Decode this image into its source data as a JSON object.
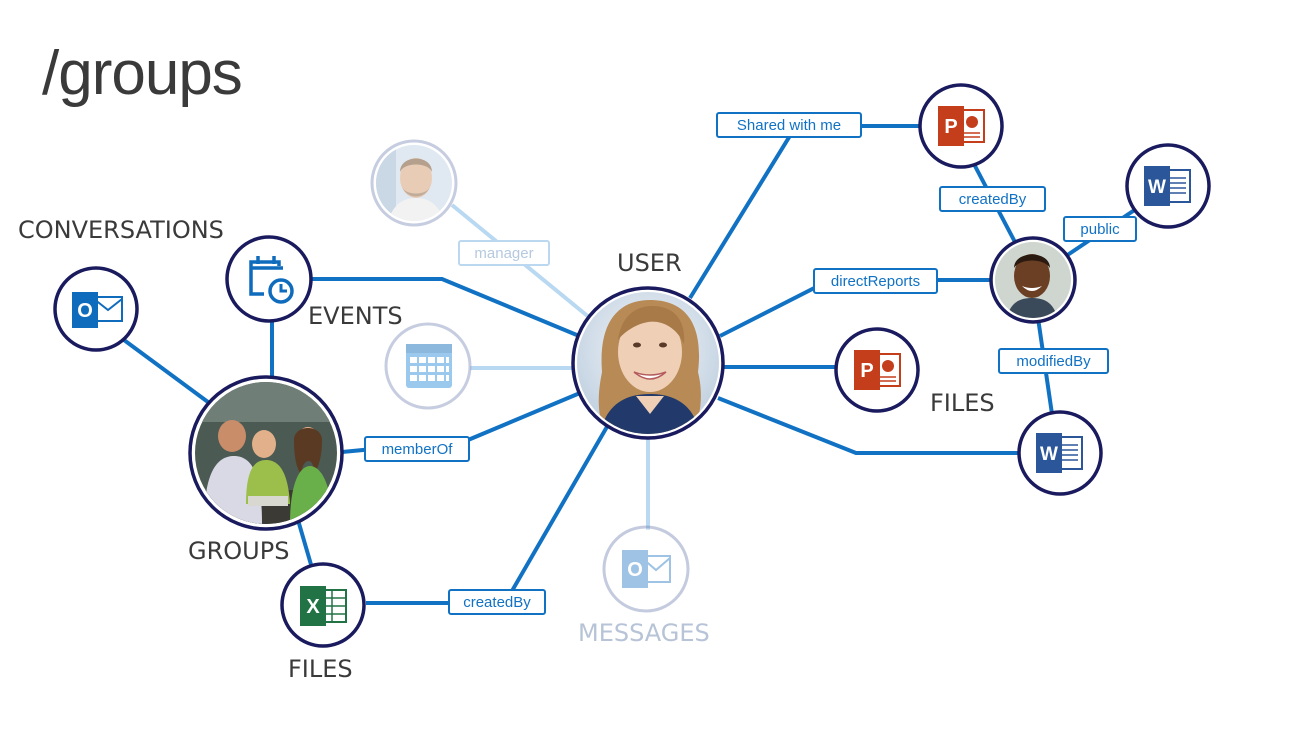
{
  "slide": {
    "title": "/groups"
  },
  "nodes": {
    "user": {
      "label": "USER"
    },
    "groups": {
      "label": "GROUPS"
    },
    "conversations": {
      "label": "CONVERSATIONS"
    },
    "events": {
      "label": "EVENTS"
    },
    "messages": {
      "label": "MESSAGES"
    },
    "user_files": {
      "label": "FILES"
    },
    "group_files": {
      "label": "FILES"
    }
  },
  "relationships": {
    "shared_with_me": "Shared with me",
    "created_by_top": "createdBy",
    "public": "public",
    "direct_reports": "directReports",
    "modified_by": "modifiedBy",
    "manager": "manager",
    "member_of": "memberOf",
    "created_by_bottom": "createdBy"
  },
  "icons": {
    "outlook": "outlook-icon",
    "calendar": "calendar-clock-icon",
    "calendar_grid": "calendar-grid-icon",
    "powerpoint": "powerpoint-icon",
    "word": "word-icon",
    "excel": "excel-icon",
    "person": "person-photo-icon"
  },
  "colors": {
    "line": "#1172c4",
    "line_faded": "#b9d8f1",
    "ring": "#1a1a5e",
    "ring_faded": "#b8c4dc",
    "outlook": "#0f6cbd",
    "powerpoint": "#c43e1c",
    "word": "#2b579a",
    "excel": "#217346",
    "text": "#3a3a3a",
    "text_faded": "#b7c3d6"
  }
}
